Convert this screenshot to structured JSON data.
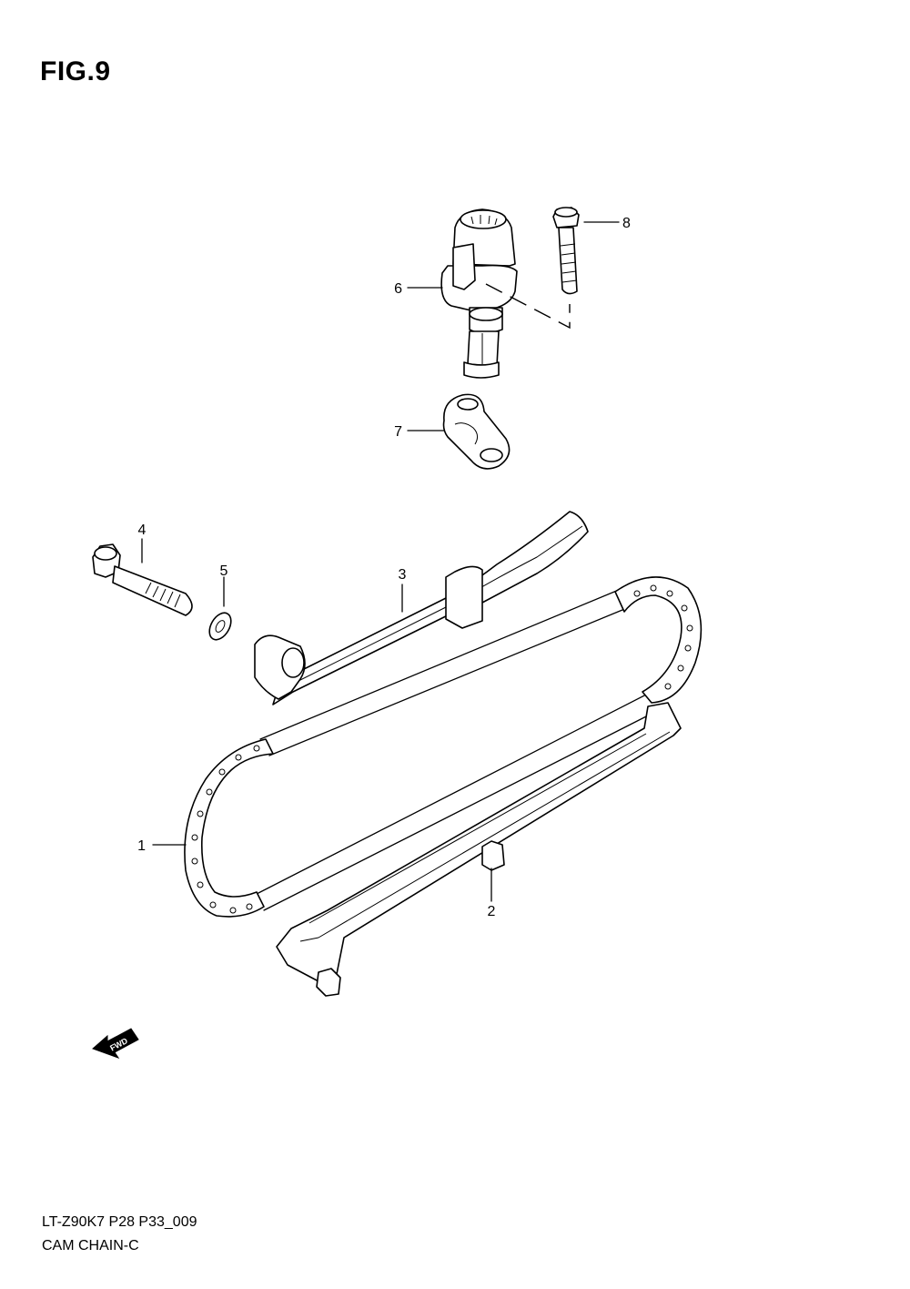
{
  "figure": {
    "title": "FIG.9"
  },
  "callouts": [
    {
      "id": "1",
      "text": "1"
    },
    {
      "id": "2",
      "text": "2"
    },
    {
      "id": "3",
      "text": "3"
    },
    {
      "id": "4",
      "text": "4"
    },
    {
      "id": "5",
      "text": "5"
    },
    {
      "id": "6",
      "text": "6"
    },
    {
      "id": "7",
      "text": "7"
    },
    {
      "id": "8",
      "text": "8"
    }
  ],
  "fwd_arrow": {
    "label": "FWD"
  },
  "footer": {
    "code": "LT-Z90K7 P28 P33_009",
    "name": "CAM CHAIN-C"
  }
}
